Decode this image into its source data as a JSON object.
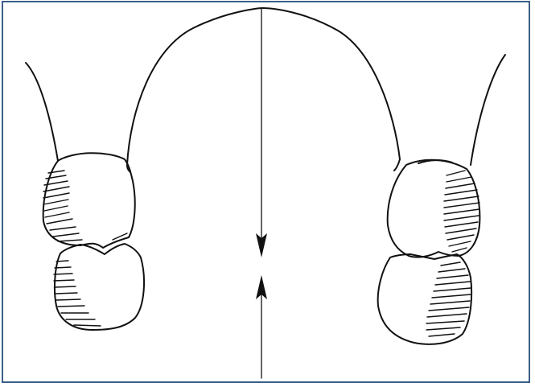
{
  "figure": {
    "frame_color": "#3a5f86",
    "ink_color": "#111111",
    "background_color": "#ffffff",
    "elements": [
      "arch-curve",
      "vertical-axis-line",
      "down-arrow",
      "up-arrow",
      "left-tooth-upper",
      "left-tooth-lower",
      "right-tooth-upper",
      "right-tooth-lower"
    ]
  }
}
